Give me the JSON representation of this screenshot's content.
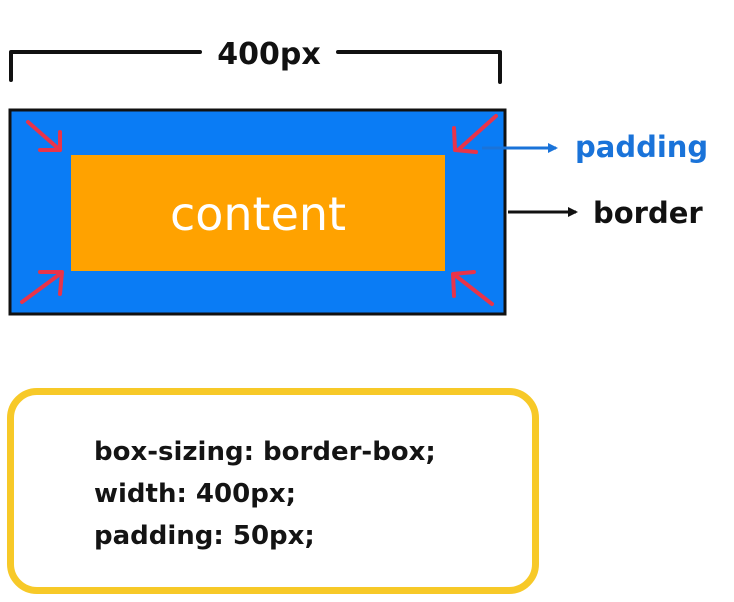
{
  "diagram": {
    "width_label": "400px",
    "content_label": "content",
    "padding_label": "padding",
    "border_label": "border"
  },
  "code": {
    "lines": [
      "box-sizing: border-box;",
      "width: 400px;",
      "padding: 50px;"
    ]
  },
  "colors": {
    "padding_fill": "#0a7cf5",
    "content_fill": "#ffa200",
    "arrow_red": "#e8344a",
    "padding_label": "#1a73d9",
    "card_border": "#f7c928"
  }
}
